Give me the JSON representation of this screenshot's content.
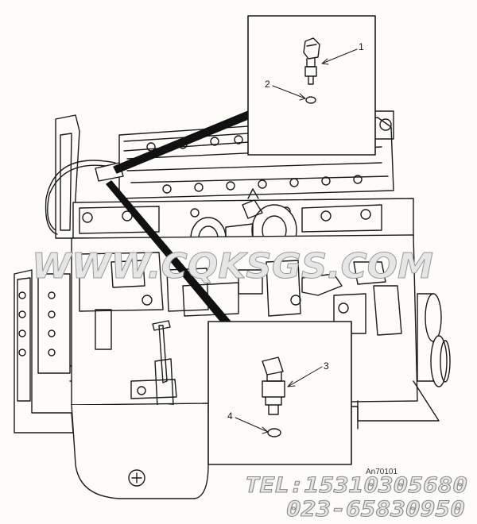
{
  "callouts": [
    {
      "number": "1"
    },
    {
      "number": "2"
    },
    {
      "number": "3"
    },
    {
      "number": "4"
    }
  ],
  "figure_code": "An70101",
  "watermark": {
    "site": "WWW.CQKSGS.COM",
    "tel": "TEL:15310305680",
    "phone": "023-65830950"
  },
  "colors": {
    "line": "#1a1a1a",
    "paper": "#fdfcf8",
    "watermark": "#d8d8d8",
    "watermark_outline": "#9a9a9a"
  }
}
